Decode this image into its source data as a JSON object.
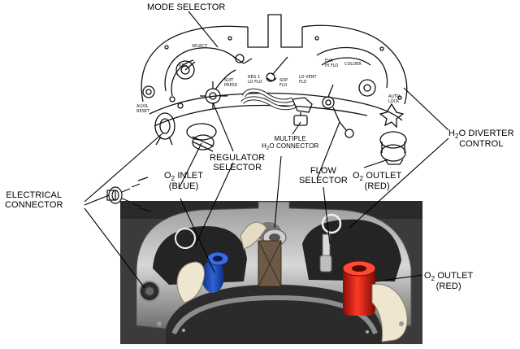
{
  "labels": {
    "mode_selector": "MODE SELECTOR",
    "h2o_diverter_control": [
      "H",
      "2",
      "O DIVERTER",
      "CONTROL"
    ],
    "regulator_selector": [
      "REGULATOR",
      "SELECTOR"
    ],
    "multiple_h2o_connector": [
      "MULTIPLE",
      "H",
      "2",
      "O CONNECTOR"
    ],
    "flow_selector": [
      "FLOW",
      "SELECTOR"
    ],
    "o2_inlet": [
      "O",
      "2",
      " INLET",
      "(BLUE)"
    ],
    "o2_outlet_top": [
      "O",
      "2",
      " OUTLET",
      "(RED)"
    ],
    "electrical_connector": [
      "ELECTRICAL",
      "CONNECTOR"
    ],
    "o2_outlet_photo": [
      "O",
      "2",
      " OUTLET",
      "(RED)"
    ]
  },
  "panel_markings": {
    "select": "SELECT",
    "reg": "REG",
    "suit_press": "SUIT\nPRESS",
    "reg1_lo_flo": "REG 1\nLO FLO",
    "sop_flo": "SOP\nFLO",
    "lo_vent_flo": "LO VENT\nFLO",
    "eva_hi_flo": "EVA\nHI FLO",
    "colder": "COLDER",
    "auxil_reset": "AUXIL\nRESET",
    "auto_lock": "AUTO\nLOCK"
  },
  "colors": {
    "blue_connector": "#1f4fb0",
    "red_connector": "#d01a10",
    "photo_background": "#3a3a3a"
  }
}
